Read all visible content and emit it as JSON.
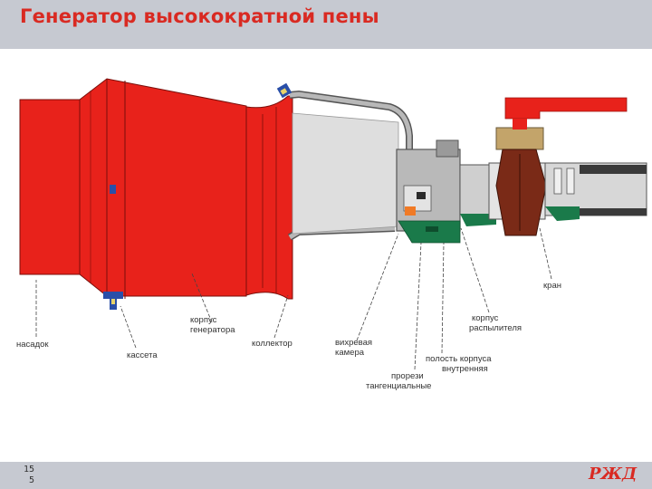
{
  "title": "Генератор высокократной пены",
  "footer": {
    "page_number_line1": "15",
    "page_number_line2": "5",
    "logo": "РЖД"
  },
  "labels": {
    "nasadok": "насадок",
    "kasseta": "кассета",
    "korpus_gen_1": "корпус",
    "korpus_gen_2": "генератора",
    "kollektor": "коллектор",
    "vikhrevaya_1": "вихревая",
    "vikhrevaya_2": "камера",
    "prorezi_1": "прорези",
    "prorezi_2": "тангенциальные",
    "polost_1": "полость корпуса",
    "polost_2": "внутренняя",
    "korpus_rasp_1": "корпус",
    "korpus_rasp_2": "распылителя",
    "kran": "кран"
  },
  "colors": {
    "title": "#d92a22",
    "generator": "#e8221b",
    "valve": "#7a2a17",
    "green": "#1a7a4a",
    "header": "#c6c9d1"
  }
}
